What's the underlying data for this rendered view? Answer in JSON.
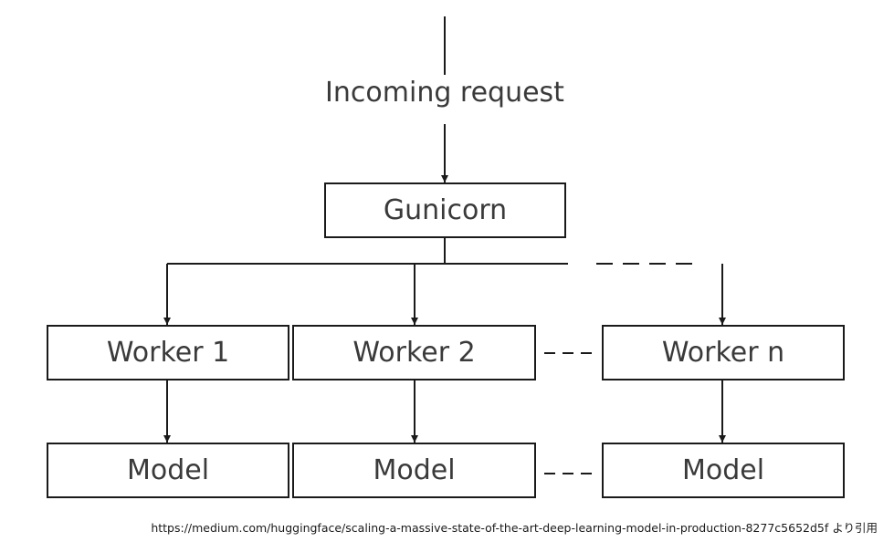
{
  "diagram": {
    "incoming_label": "Incoming request",
    "gunicorn_label": "Gunicorn",
    "workers": [
      "Worker 1",
      "Worker 2",
      "Worker n"
    ],
    "models": [
      "Model",
      "Model",
      "Model"
    ]
  },
  "source": {
    "citation": "https://medium.com/huggingface/scaling-a-massive-state-of-the-art-deep-learning-model-in-production-8277c5652d5f より引用"
  }
}
